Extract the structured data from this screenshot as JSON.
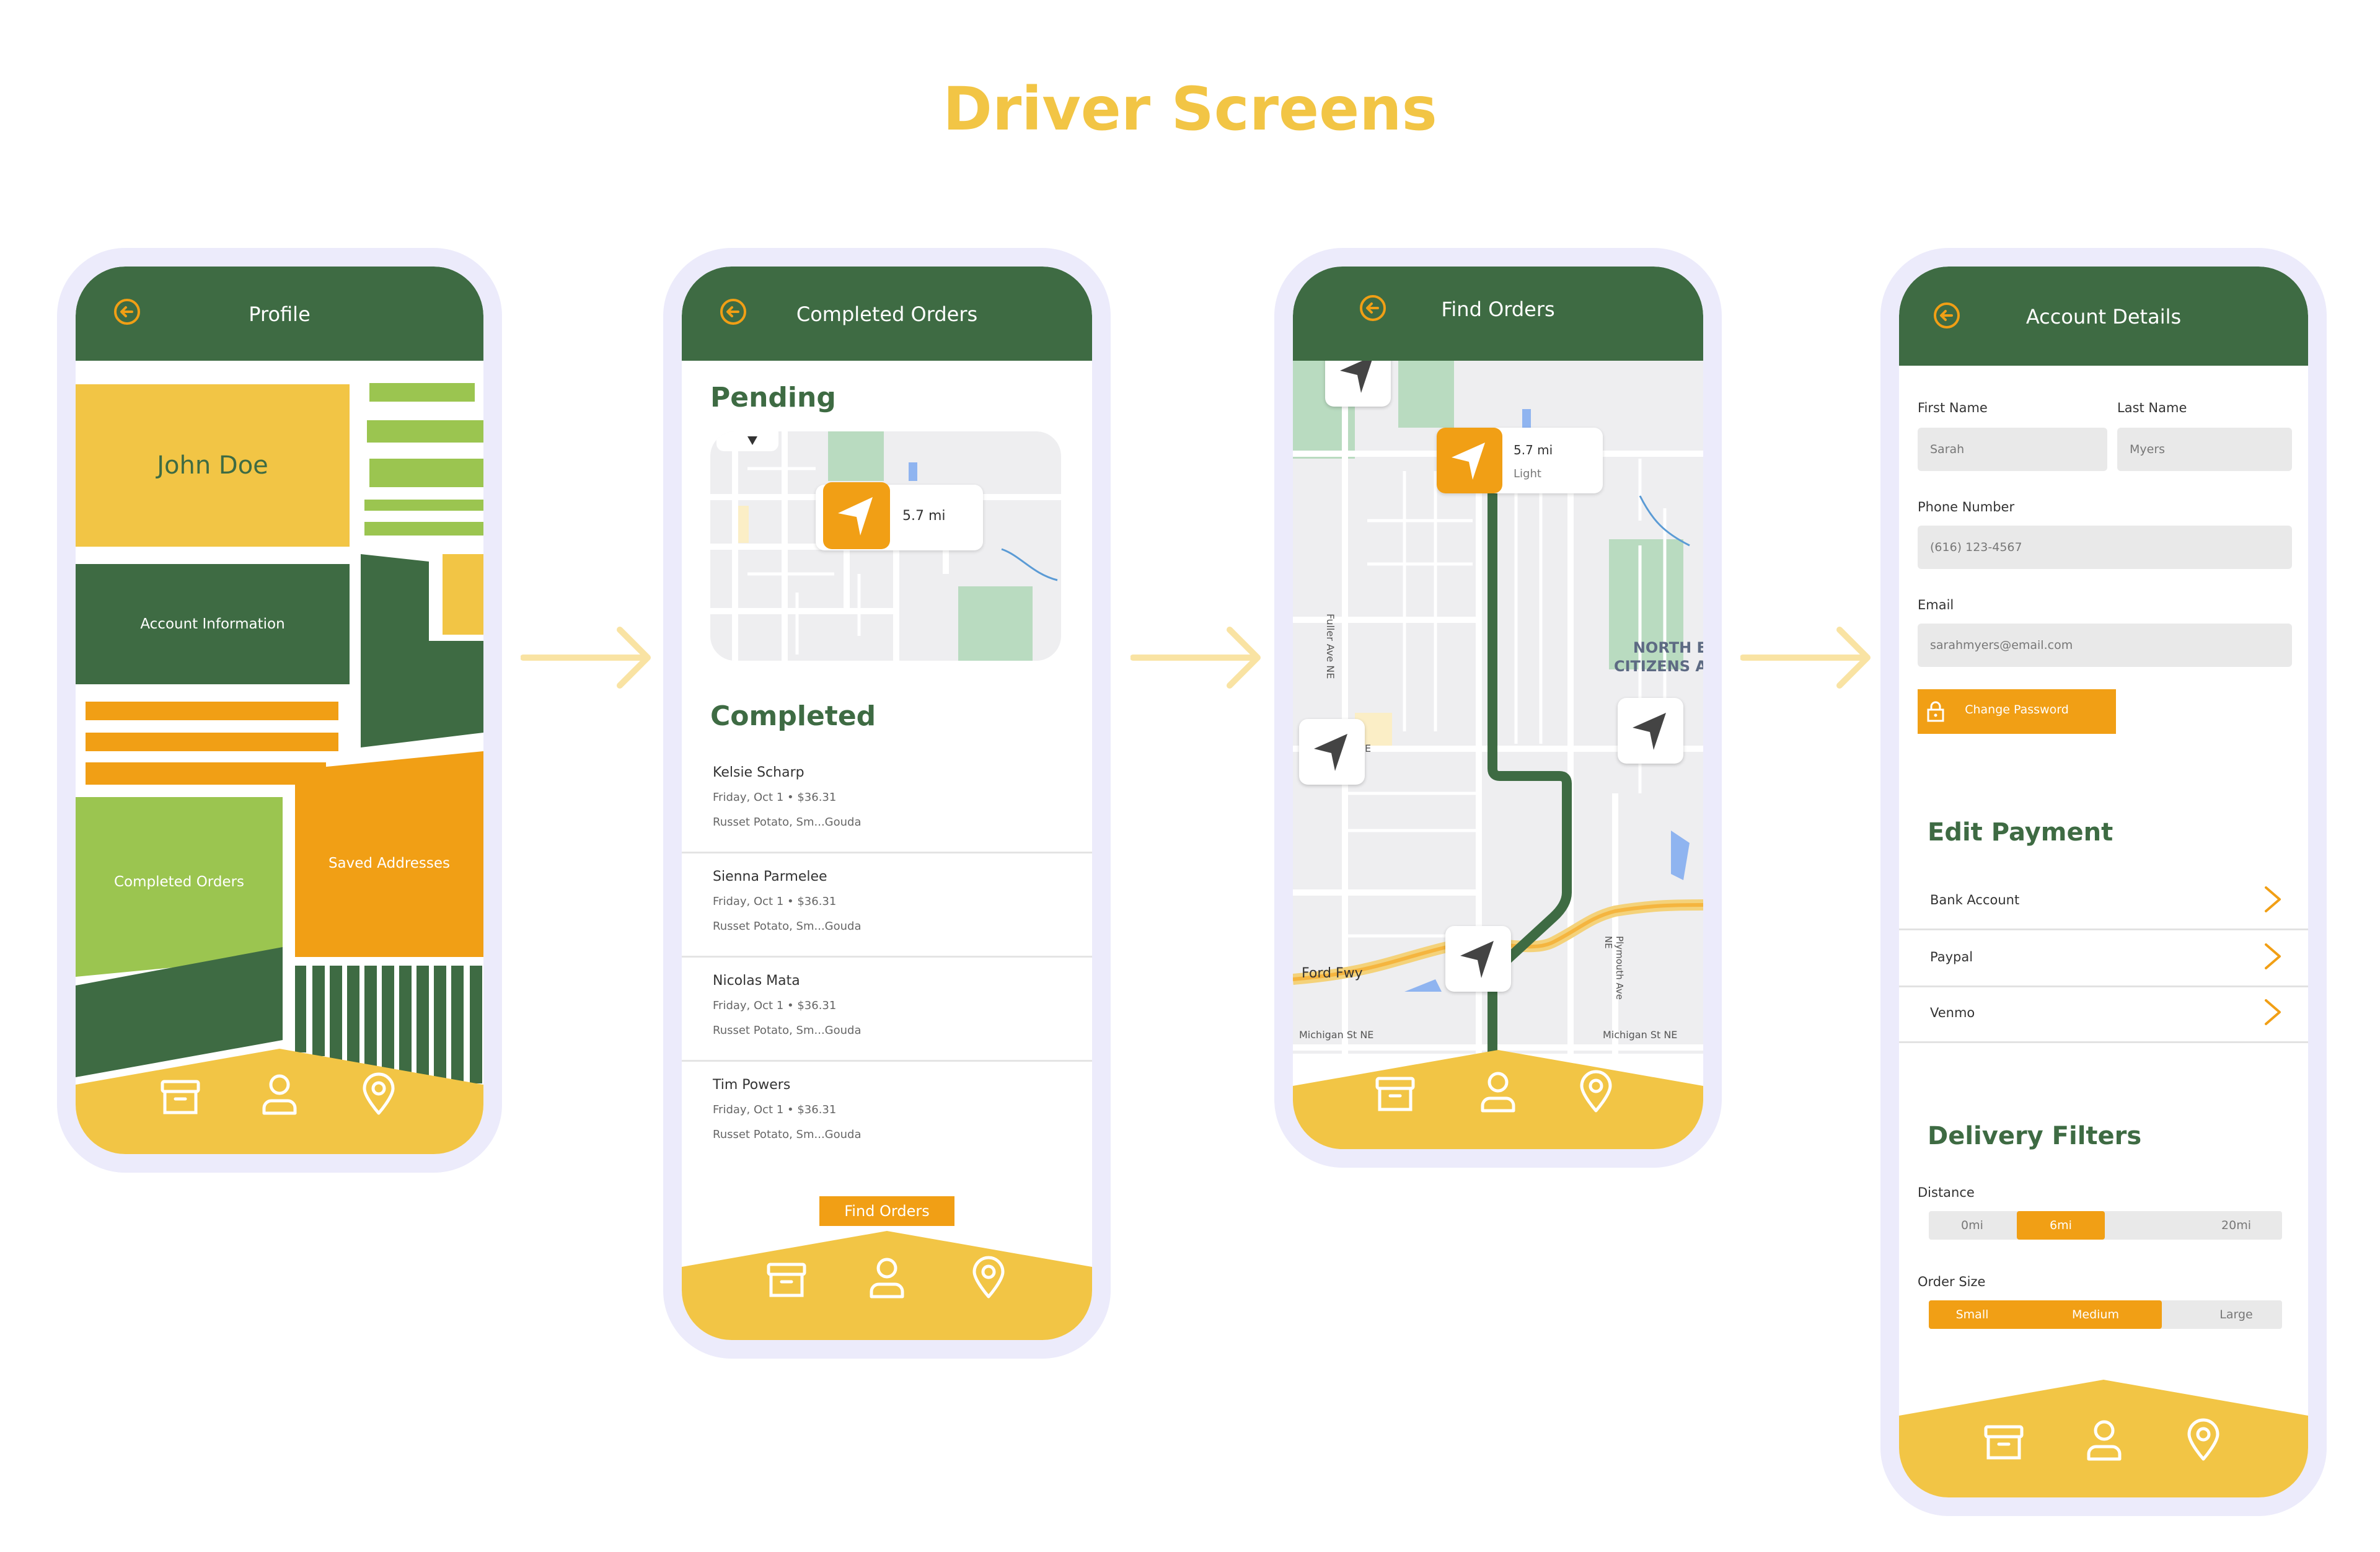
{
  "page_title": "Driver Screens",
  "colors": {
    "green": "#3e6b43",
    "yellow": "#f2c545",
    "orange": "#f19f15",
    "light_green": "#9bc550",
    "frame": "#ecebfb"
  },
  "icons": {
    "back": "back-arrow-circle-icon",
    "nav": [
      "archive-box-icon",
      "user-icon",
      "map-pin-icon"
    ],
    "markers": "navigation-arrow-icon",
    "lock": "lock-icon",
    "chevron": "chevron-right-icon"
  },
  "profile": {
    "header_title": "Profile",
    "name": "John Doe",
    "account_information": "Account Information",
    "completed_orders": "Completed Orders",
    "saved_addresses": "Saved Addresses"
  },
  "completed": {
    "header_title": "Completed Orders",
    "pending_heading": "Pending",
    "map_distance": "5.7 mi",
    "completed_heading": "Completed",
    "orders": [
      {
        "name": "Kelsie Scharp",
        "date": "Friday, Oct 1 • $36.31",
        "items": "Russet Potato, Sm...Gouda"
      },
      {
        "name": "Sienna Parmelee",
        "date": "Friday, Oct 1 • $36.31",
        "items": "Russet Potato, Sm...Gouda"
      },
      {
        "name": "Nicolas Mata",
        "date": "Friday, Oct 1 • $36.31",
        "items": "Russet Potato, Sm...Gouda"
      },
      {
        "name": "Tim Powers",
        "date": "Friday, Oct 1 • $36.31",
        "items": "Russet Potato, Sm...Gouda"
      }
    ],
    "find_orders_button": "Find Orders"
  },
  "find": {
    "header_title": "Find Orders",
    "card_distance": "5.7 mi",
    "card_size": "Light",
    "map_labels": {
      "road_fuller": "Fuller Ave NE",
      "area": "NORTH E\nCITIZENS A",
      "freeway": "Ford Fwy",
      "michigan_left": "Michigan St NE",
      "michigan_right": "Michigan St NE",
      "plymouth": "Plymouth Ave NE",
      "e": "E"
    }
  },
  "account": {
    "header_title": "Account Details",
    "first_name_label": "First Name",
    "first_name_value": "Sarah",
    "last_name_label": "Last Name",
    "last_name_value": "Myers",
    "phone_label": "Phone Number",
    "phone_value": "(616) 123-4567",
    "email_label": "Email",
    "email_value": "sarahmyers@email.com",
    "change_password": "Change Password",
    "edit_payment_heading": "Edit Payment",
    "payments": [
      "Bank Account",
      "Paypal",
      "Venmo"
    ],
    "delivery_filters_heading": "Delivery Filters",
    "distance_label": "Distance",
    "distance_options": [
      "0mi",
      "6mi",
      "20mi"
    ],
    "distance_selected": "6mi",
    "order_size_label": "Order Size",
    "size_options": [
      "Small",
      "Medium",
      "Large"
    ],
    "size_selected": [
      "Small",
      "Medium"
    ]
  }
}
